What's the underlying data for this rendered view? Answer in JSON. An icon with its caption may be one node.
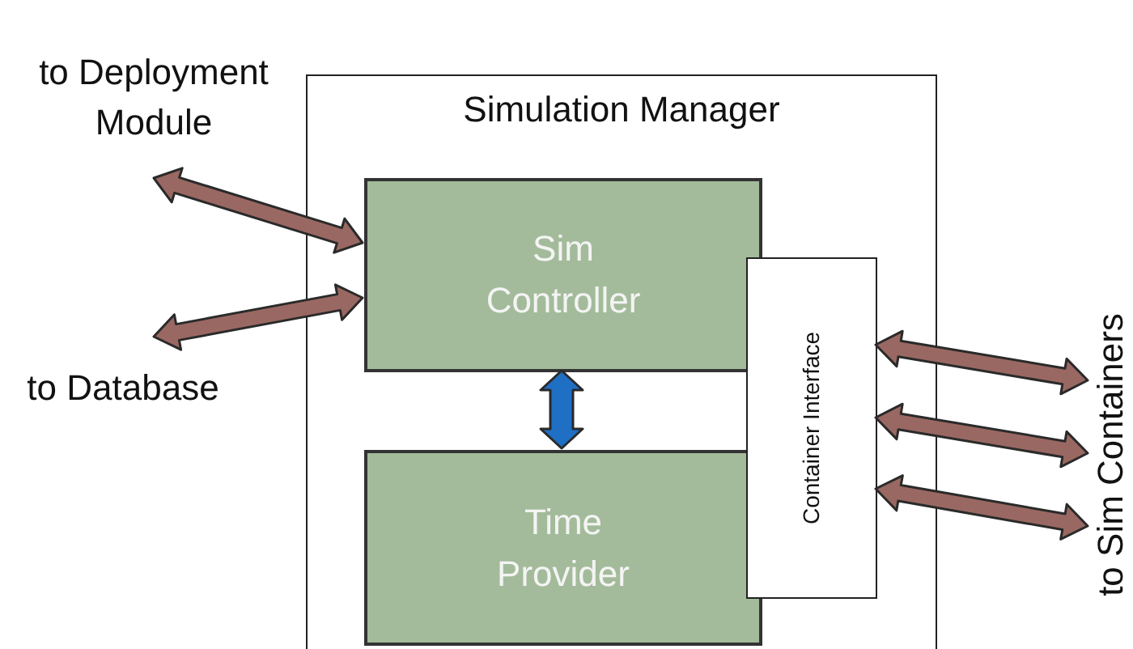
{
  "diagram": {
    "nodes": [
      {
        "text": [
          "Simulation Manager"
        ]
      },
      {
        "text": [
          "Sim Controller"
        ],
        "in": 0
      },
      {
        "text": [
          "Time Provider"
        ],
        "in": 0
      },
      {
        "text": [
          "Container Interface"
        ],
        "in": 0
      },
      {
        "text": [
          "to Deployment Module"
        ]
      },
      {
        "text": [
          "to Database"
        ]
      },
      {
        "text": [
          "to Sim Containers"
        ]
      }
    ],
    "edges": [
      {
        "from": 4,
        "to": 1,
        "arrow": "both",
        "style": "thick"
      },
      {
        "from": 5,
        "to": 1,
        "arrow": "both",
        "style": "thick"
      },
      {
        "from": 1,
        "to": 2,
        "arrow": "both",
        "style": "thick",
        "color": "#1f6fc4"
      },
      {
        "from": 3,
        "to": 6,
        "arrow": "both",
        "style": "thick"
      },
      {
        "from": 3,
        "to": 6,
        "arrow": "both",
        "style": "thick"
      },
      {
        "from": 3,
        "to": 6,
        "arrow": "both",
        "style": "thick"
      }
    ]
  }
}
